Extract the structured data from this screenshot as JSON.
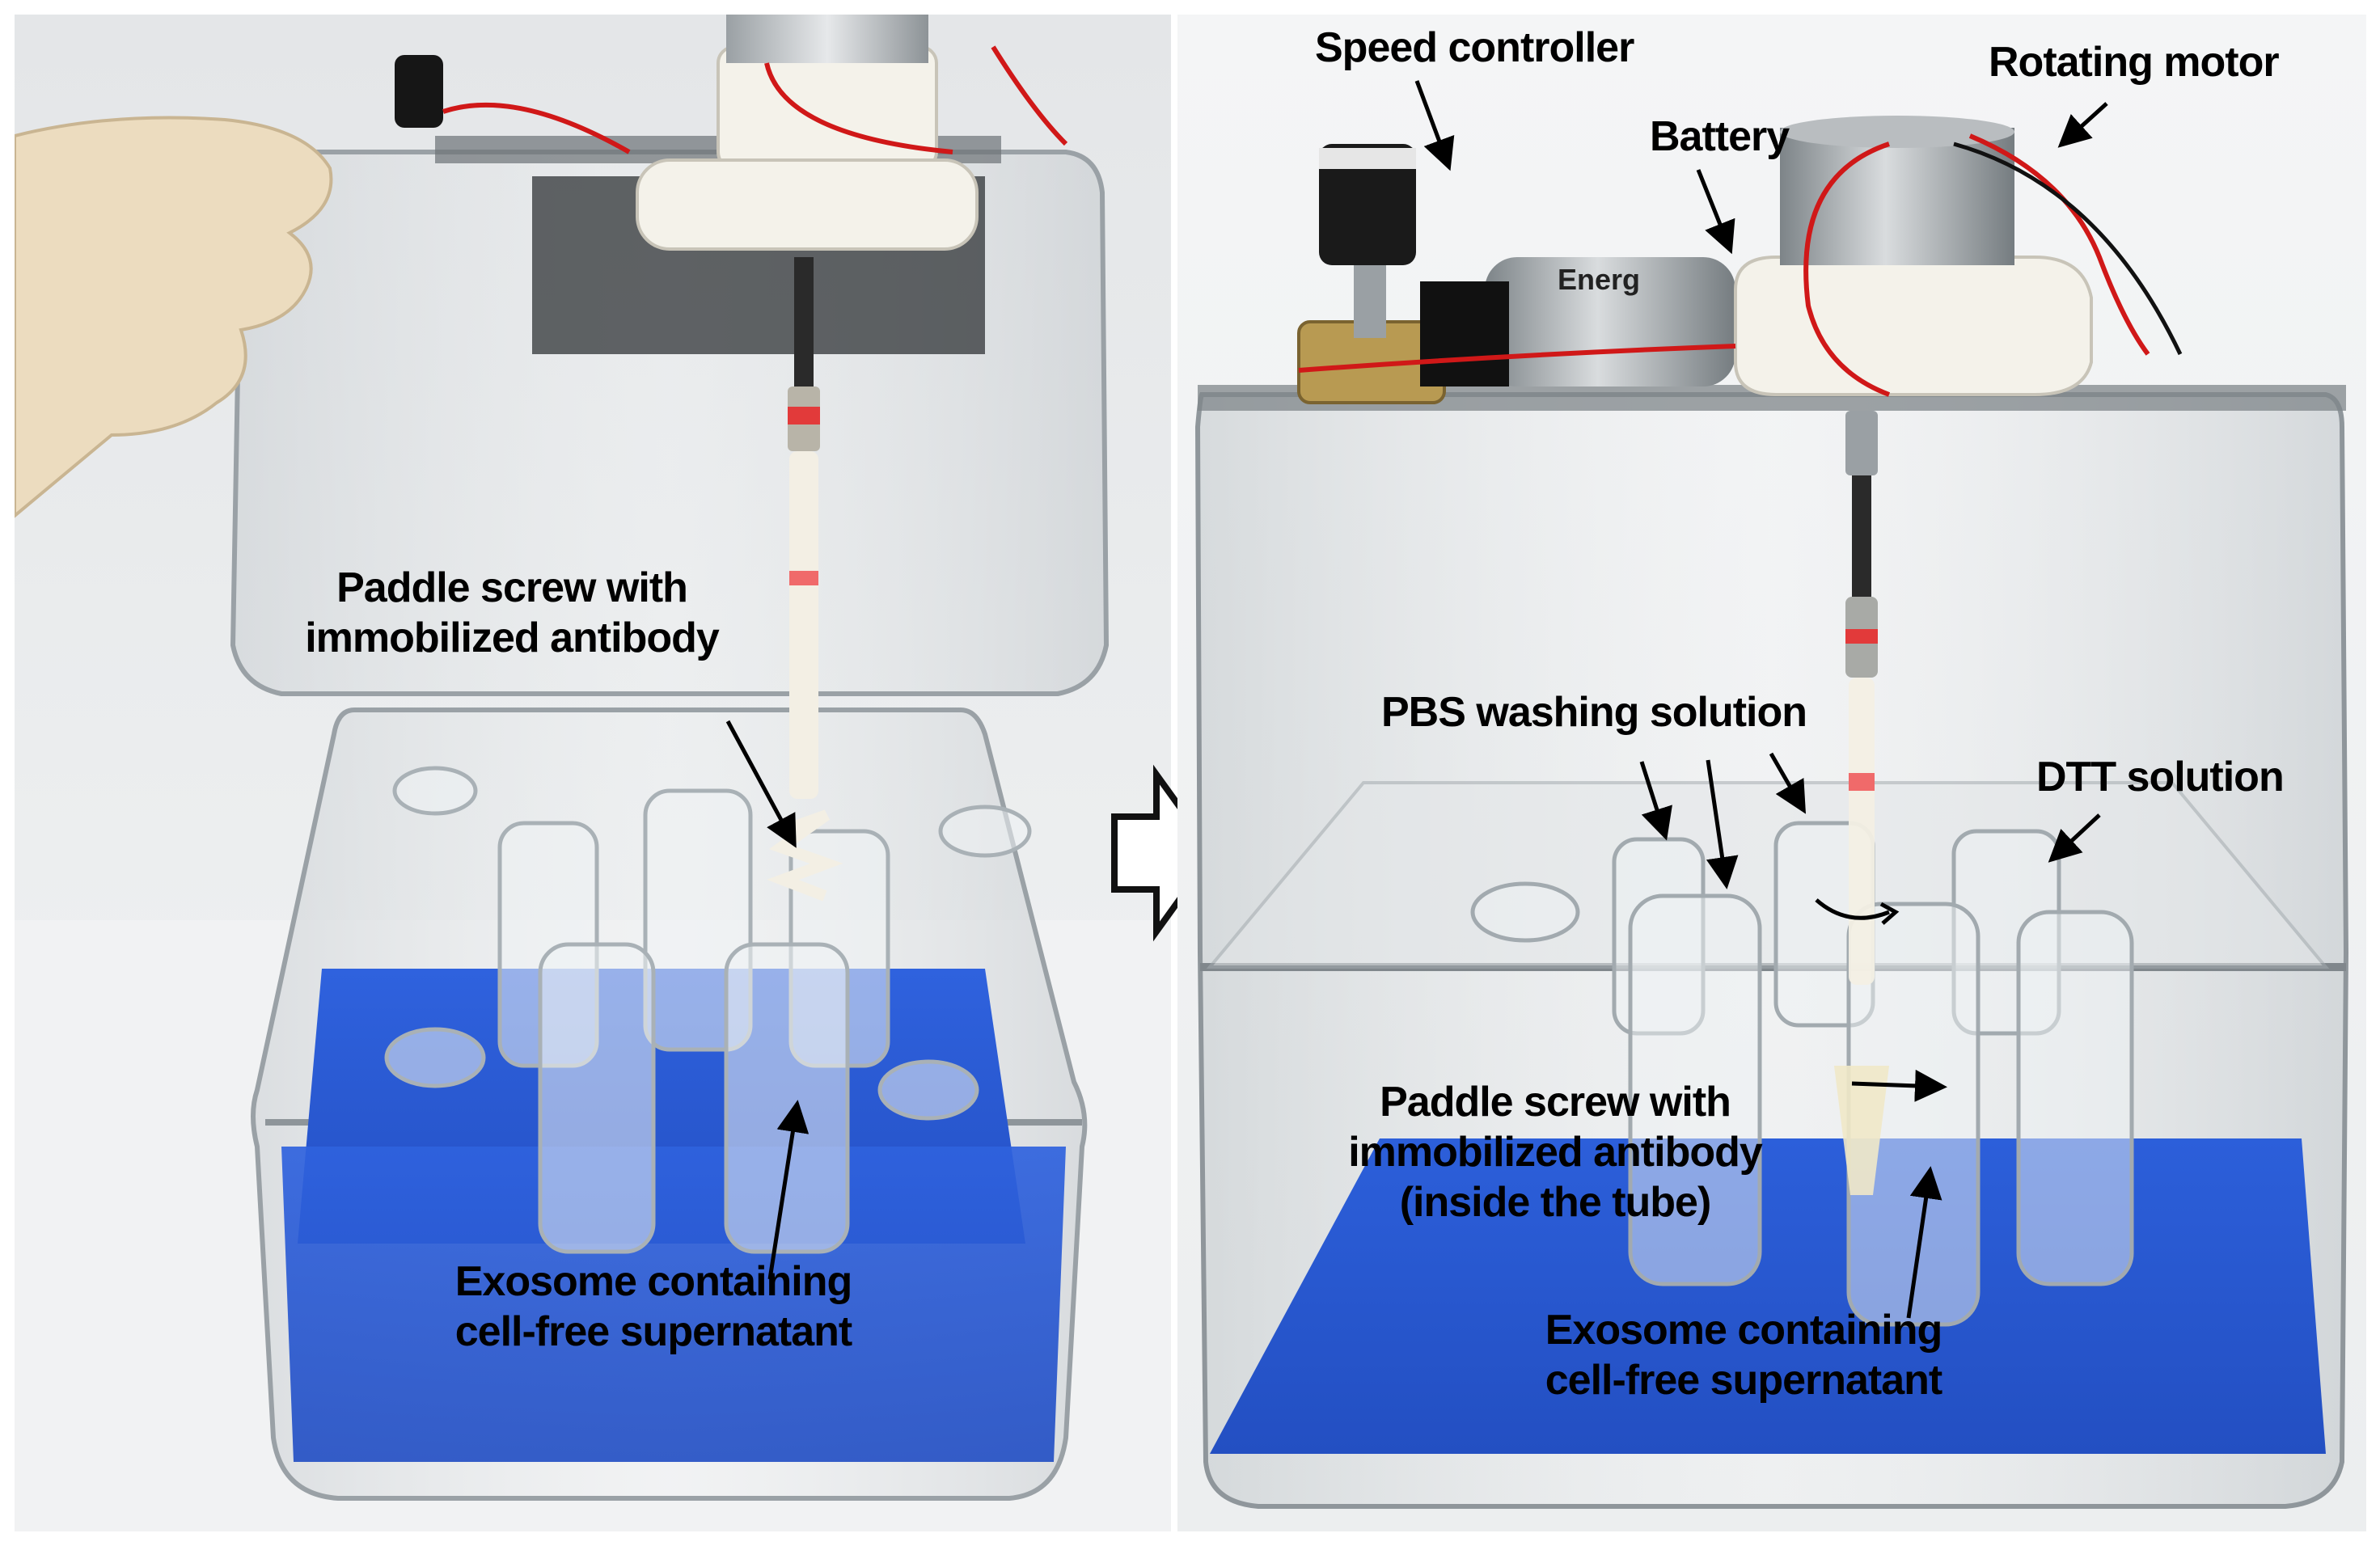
{
  "left_panel": {
    "labels": {
      "paddle_screw": [
        "Paddle screw with",
        "immobilized antibody"
      ],
      "exosome": [
        "Exosome containing",
        "cell-free supernatant"
      ]
    }
  },
  "right_panel": {
    "labels": {
      "speed_controller": "Speed controller",
      "battery": "Battery",
      "rotating_motor": "Rotating motor",
      "pbs": "PBS washing solution",
      "dtt": "DTT solution",
      "paddle_screw": [
        "Paddle screw with",
        "immobilized antibody",
        "(inside the tube)"
      ],
      "exosome": [
        "Exosome containing",
        "cell-free supernatant"
      ]
    },
    "battery_text": "Energ"
  },
  "colors": {
    "sponge_blue": "#2a5bd6",
    "background": "#e9ebec",
    "wire_red": "#d01818",
    "band_red": "#e23a3a"
  }
}
